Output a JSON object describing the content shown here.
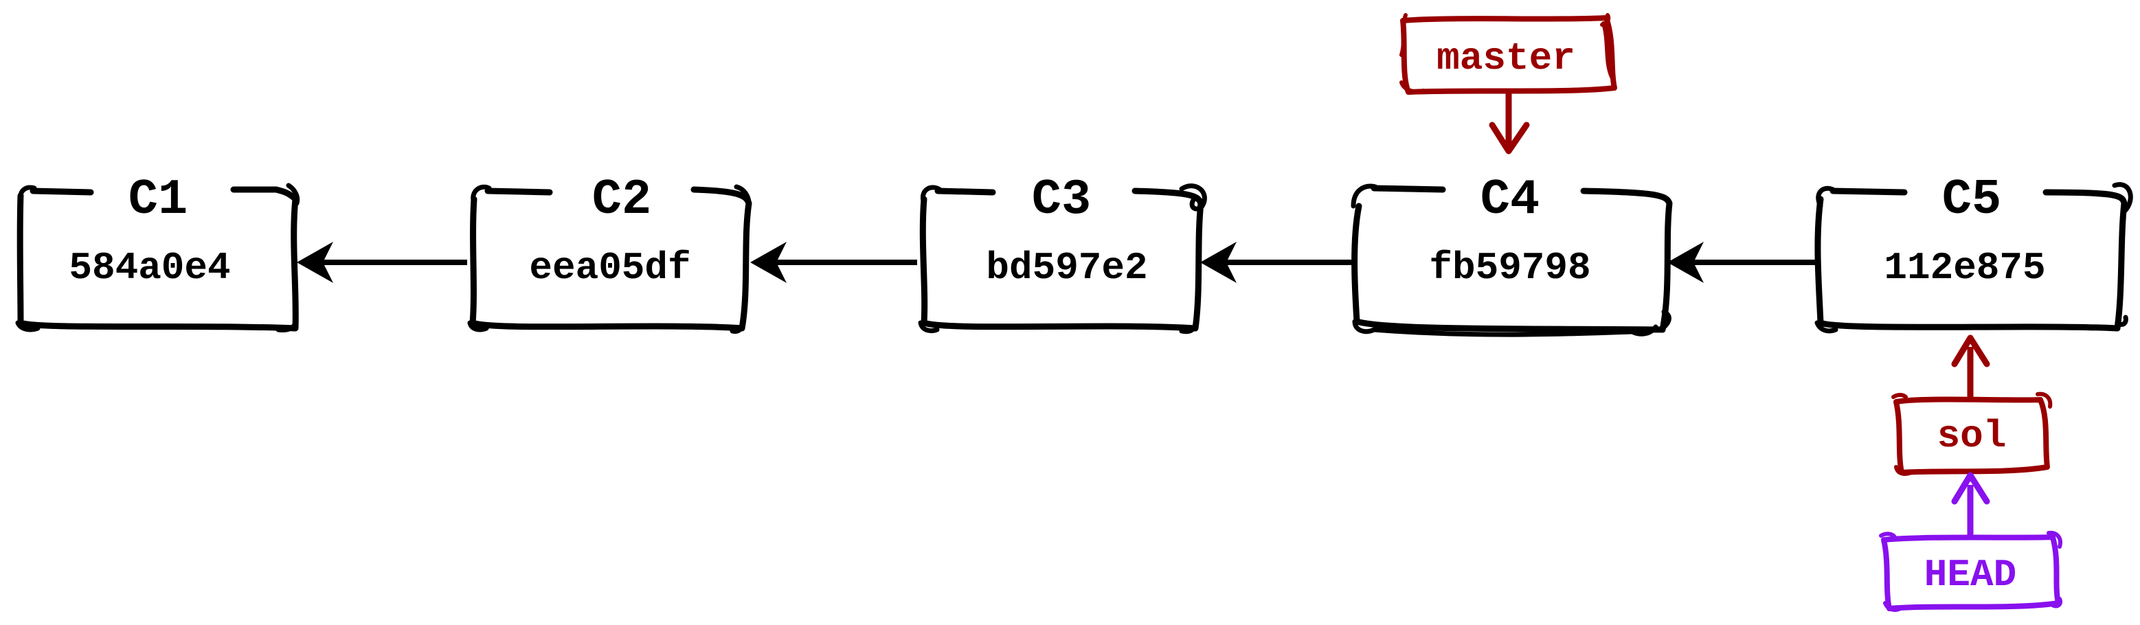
{
  "colors": {
    "commit": "#000000",
    "branch": "#990000",
    "head": "#8811ee"
  },
  "commits": [
    {
      "id": "C1",
      "hash": "584a0e4"
    },
    {
      "id": "C2",
      "hash": "eea05df"
    },
    {
      "id": "C3",
      "hash": "bd597e2"
    },
    {
      "id": "C4",
      "hash": "fb59798"
    },
    {
      "id": "C5",
      "hash": "112e875"
    }
  ],
  "refs": {
    "master": {
      "label": "master",
      "points_to": "C4"
    },
    "sol": {
      "label": "sol",
      "points_to": "C5"
    },
    "head": {
      "label": "HEAD",
      "points_to": "sol"
    }
  }
}
